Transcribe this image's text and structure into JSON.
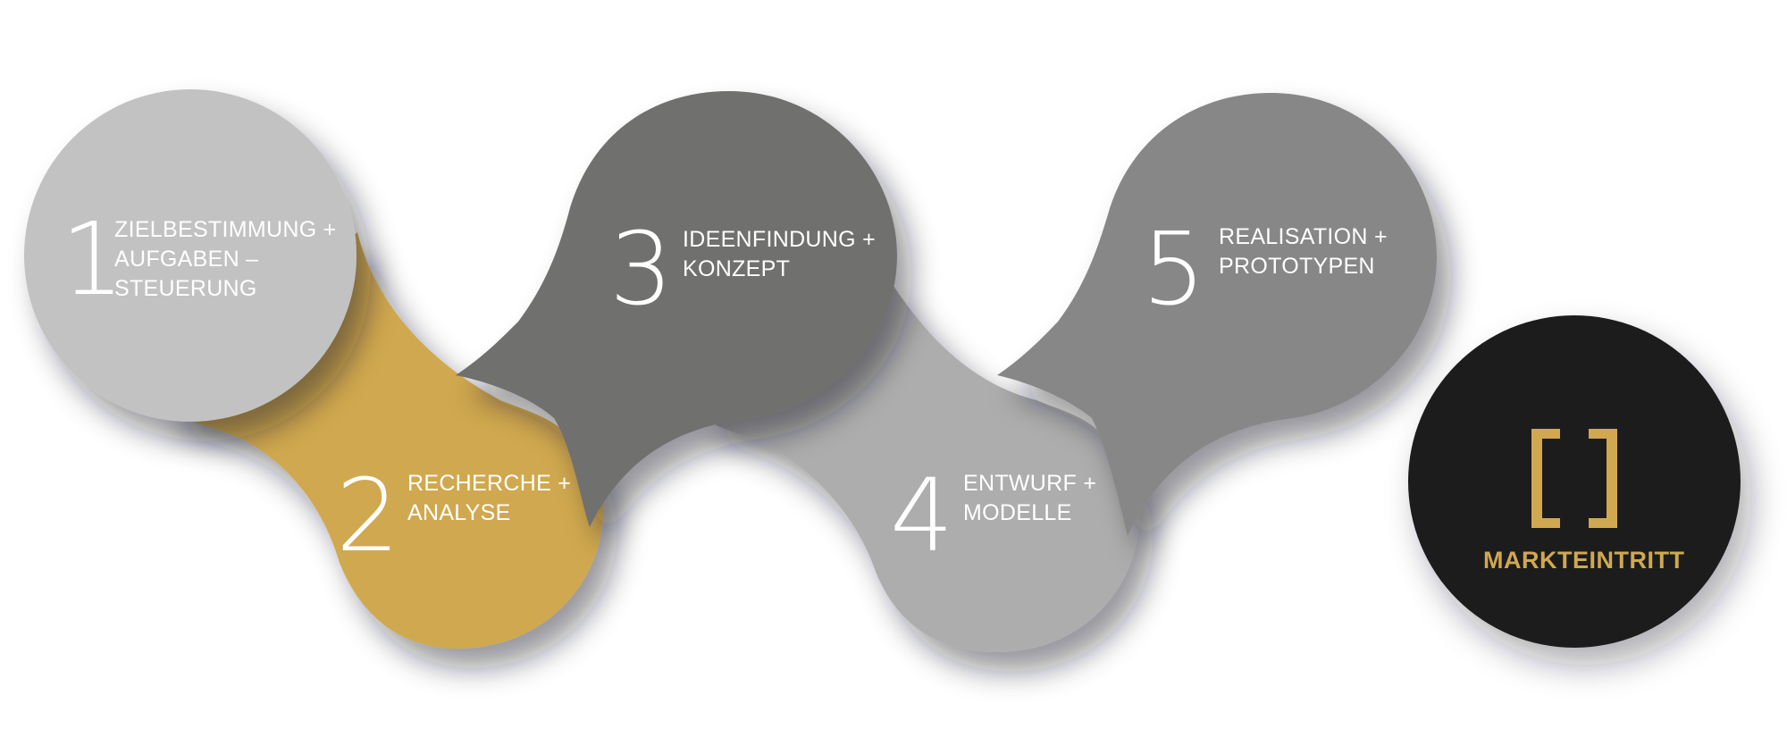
{
  "colors": {
    "step1": "#c2c2c2",
    "step2": "#d0a850",
    "step3": "#6f6f6e",
    "step4": "#adadad",
    "step5": "#878787",
    "final": "#1d1d1b",
    "accent": "#d0a850",
    "text": "#ffffff"
  },
  "steps": [
    {
      "number": "1",
      "lines": [
        "ZIELBESTIMMUNG +",
        "AUFGABEN –",
        "STEUERUNG"
      ]
    },
    {
      "number": "2",
      "lines": [
        "RECHERCHE +",
        "ANALYSE"
      ]
    },
    {
      "number": "3",
      "lines": [
        "IDEENFINDUNG +",
        "KONZEPT"
      ]
    },
    {
      "number": "4",
      "lines": [
        "ENTWURF +",
        "MODELLE"
      ]
    },
    {
      "number": "5",
      "lines": [
        "REALISATION +",
        "PROTOTYPEN"
      ]
    }
  ],
  "final": {
    "icon": "bracket-logo-icon",
    "label": "MARKTEINTRITT"
  }
}
